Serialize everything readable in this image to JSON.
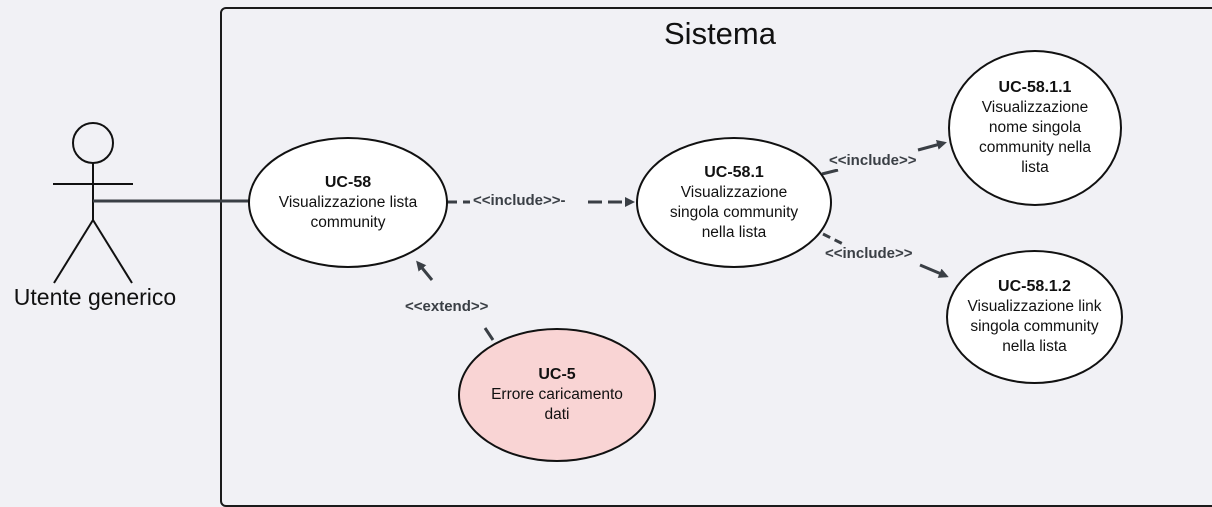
{
  "system": {
    "title": "Sistema"
  },
  "actor": {
    "label": "Utente generico"
  },
  "use_cases": {
    "uc58": {
      "code": "UC-58",
      "name": "Visualizzazione lista community"
    },
    "uc581": {
      "code": "UC-58.1",
      "name": "Visualizzazione singola community nella lista"
    },
    "uc5811": {
      "code": "UC-58.1.1",
      "name": "Visualizzazione nome singola community nella lista"
    },
    "uc5812": {
      "code": "UC-58.1.2",
      "name": "Visualizzazione link singola community nella lista"
    },
    "uc5": {
      "code": "UC-5",
      "name": "Errore caricamento dati"
    }
  },
  "relations": {
    "include_1": "<<include>>-",
    "include_2": "<<include>>",
    "include_3": "<<include>>",
    "extend": "<<extend>>"
  },
  "colors": {
    "background": "#f1f1f5",
    "use_case_fill": "#ffffff",
    "error_fill": "#f9d4d4",
    "arrow": "#3a3f45"
  }
}
